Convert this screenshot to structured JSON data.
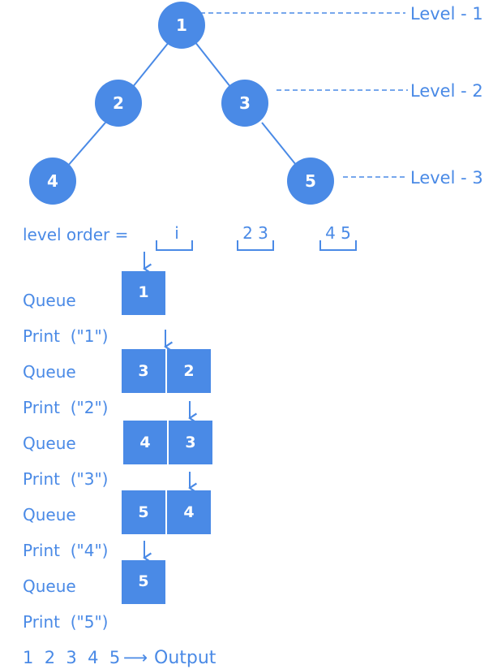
{
  "colors": {
    "accent": "#4a8ae6",
    "text_on_accent": "#ffffff",
    "background": "#ffffff"
  },
  "tree": {
    "nodes": [
      "1",
      "2",
      "3",
      "4",
      "5"
    ],
    "levels": [
      "Level - 1",
      "Level - 2",
      "Level - 3"
    ]
  },
  "level_order": {
    "label": "level order =",
    "groups": [
      "i",
      "2 3",
      "4 5"
    ]
  },
  "steps": [
    {
      "queue_label": "Queue",
      "queue": [
        "1"
      ],
      "print_label": "Print  (\"1\")"
    },
    {
      "queue_label": "Queue",
      "queue": [
        "3",
        "2"
      ],
      "print_label": "Print  (\"2\")"
    },
    {
      "queue_label": "Queue",
      "queue": [
        "4",
        "3"
      ],
      "print_label": "Print  (\"3\")"
    },
    {
      "queue_label": "Queue",
      "queue": [
        "5",
        "4"
      ],
      "print_label": "Print  (\"4\")"
    },
    {
      "queue_label": "Queue",
      "queue": [
        "5"
      ],
      "print_label": "Print  (\"5\")"
    }
  ],
  "output": {
    "sequence": "1  2  3  4  5",
    "arrow": "⟶",
    "label": "Output"
  }
}
